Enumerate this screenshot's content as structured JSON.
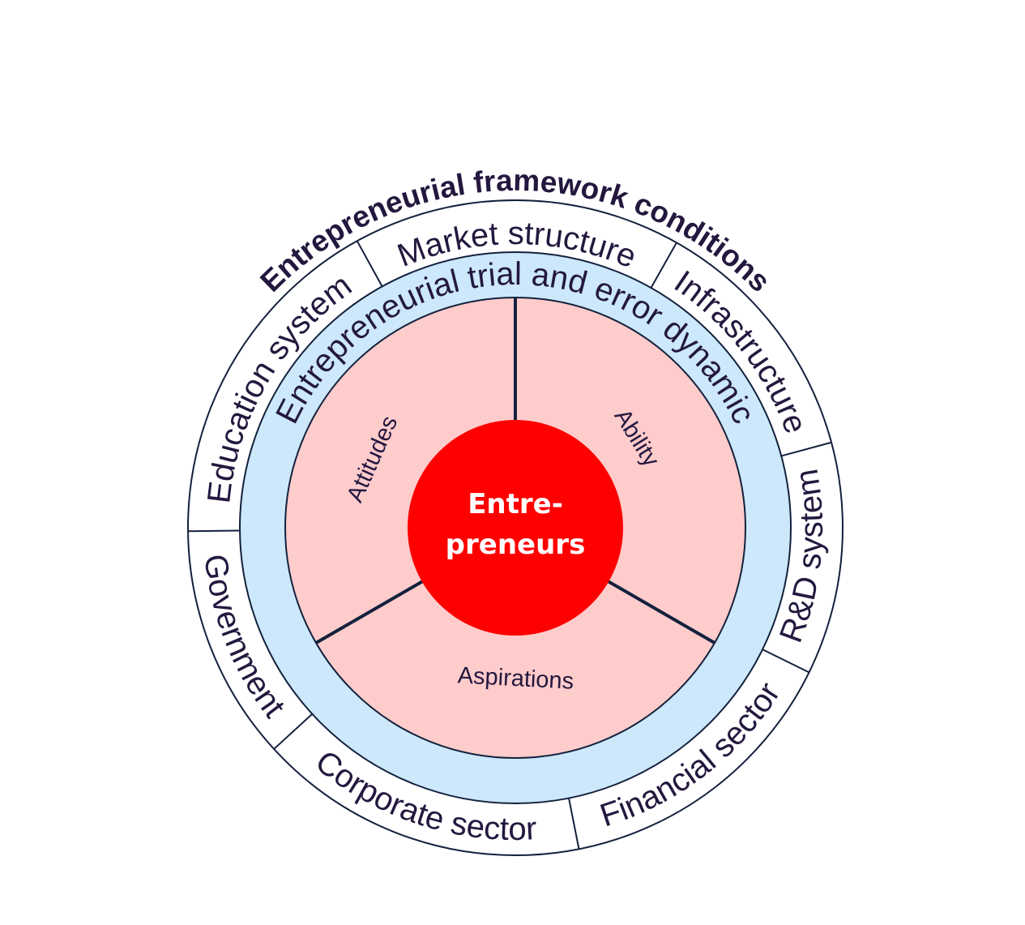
{
  "diagram": {
    "title": "Entrepreneurial framework conditions",
    "center": {
      "line1": "Entre-",
      "line2": "preneurs",
      "fill": "#ff0000"
    },
    "dynamic_ring": {
      "label": "Entrepreneurial trial and error dynamic",
      "fill": "#cce8fa"
    },
    "inner_segments": {
      "fill": "#ffcccc",
      "items": [
        {
          "label": "Attitudes"
        },
        {
          "label": "Ability"
        },
        {
          "label": "Aspirations"
        }
      ]
    },
    "framework_conditions": [
      {
        "label": "Market structure"
      },
      {
        "label": "Infrastructure"
      },
      {
        "label": "R&D system"
      },
      {
        "label": "Financial sector"
      },
      {
        "label": "Corporate sector"
      },
      {
        "label": "Government"
      },
      {
        "label": "Education system"
      }
    ],
    "colors": {
      "line": "#14213d",
      "text": "#24183f",
      "outer_fill": "#ffffff"
    }
  }
}
